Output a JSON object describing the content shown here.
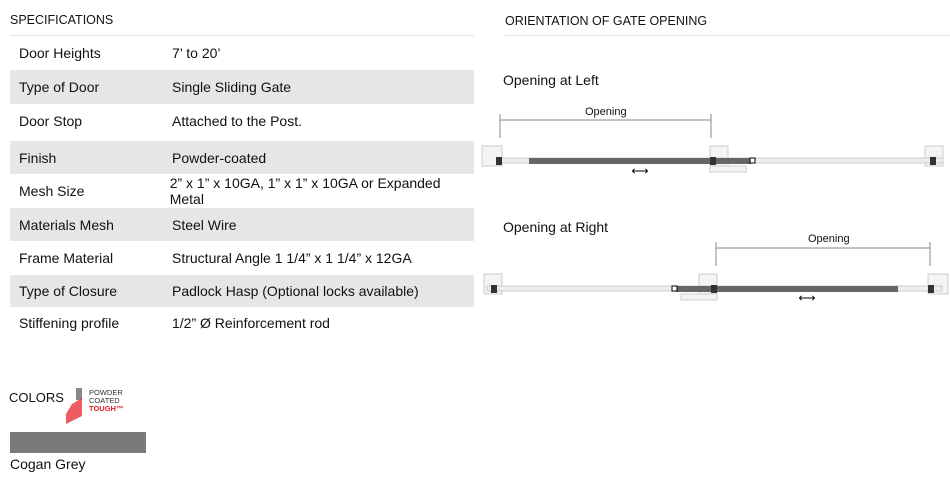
{
  "specifications": {
    "title": "SPECIFICATIONS",
    "rows": [
      {
        "label": "Door Heights",
        "value": "7’ to 20’"
      },
      {
        "label": "Type of Door",
        "value": "Single Sliding Gate"
      },
      {
        "label": "Door Stop",
        "value": "Attached to the Post."
      },
      {
        "label": "Finish",
        "value": "Powder-coated"
      },
      {
        "label": "Mesh Size",
        "value": "2” x 1” x 10GA, 1” x 1” x 10GA or Expanded Metal"
      },
      {
        "label": "Materials Mesh",
        "value": "Steel Wire"
      },
      {
        "label": "Frame Material",
        "value": "Structural Angle 1 1/4” x 1 1/4” x 12GA"
      },
      {
        "label": "Type of Closure",
        "value": "Padlock Hasp (Optional locks available)"
      },
      {
        "label": "Stiffening profile",
        "value": "1/2” Ø Reinforcement rod"
      }
    ]
  },
  "colors": {
    "title": "COLORS",
    "logo_text": [
      "POWDER",
      "COATED",
      "TOUGH™"
    ],
    "swatches": [
      {
        "name": "Cogan Grey",
        "hex": "#7a7a7a"
      }
    ]
  },
  "orientation": {
    "title": "ORIENTATION OF GATE OPENING",
    "left": {
      "title": "Opening at Left",
      "dim_label": "Opening"
    },
    "right": {
      "title": "Opening at Right",
      "dim_label": "Opening"
    }
  }
}
